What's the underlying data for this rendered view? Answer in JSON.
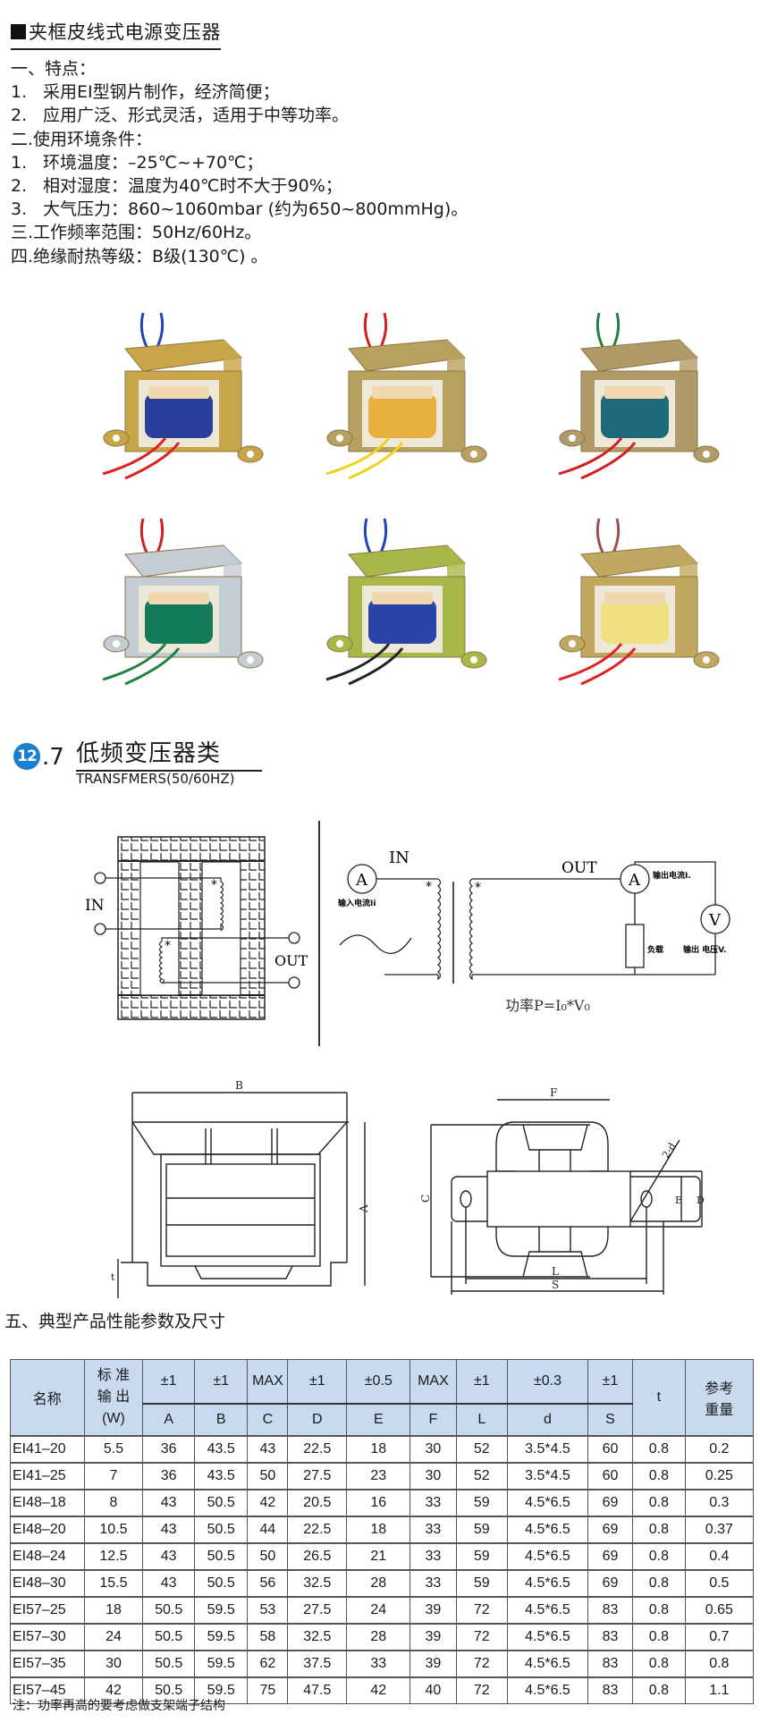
{
  "header": {
    "title": "夹框皮线式电源变压器"
  },
  "specs": {
    "features_heading": "一、特点：",
    "features": [
      {
        "num": "1.",
        "text": "采用EI型钢片制作，经济简便；"
      },
      {
        "num": "2.",
        "text": "应用广泛、形式灵活，适用于中等功率。"
      }
    ],
    "env_heading": "二.使用环境条件：",
    "env": [
      {
        "num": "1.",
        "text": "环境温度：–25℃~+70℃；"
      },
      {
        "num": "2.",
        "text": "相对湿度：温度为40℃时不大于90%；"
      },
      {
        "num": "3.",
        "text": "大气压力：860~1060mbar (约为650~800mmHg)。"
      }
    ],
    "freq": "三.工作频率范围：50Hz/60Hz。",
    "insulation": "四.绝缘耐热等级：B级(130℃) 。"
  },
  "photos": [
    {
      "name": "transformer-photo-1",
      "frame": "#c9a54a",
      "coil": "#2a3f9c",
      "wire_top": "#2244bb",
      "wire_bottom": "#e02020"
    },
    {
      "name": "transformer-photo-2",
      "frame": "#b8a060",
      "coil": "#e8b040",
      "wire_top": "#d02020",
      "wire_bottom": "#f0d020"
    },
    {
      "name": "transformer-photo-3",
      "frame": "#b09a6a",
      "coil": "#1f6a7a",
      "wire_top": "#208040",
      "wire_bottom": "#d02020"
    },
    {
      "name": "transformer-photo-4",
      "frame": "#c4ccd4",
      "coil": "#137a5a",
      "wire_top": "#d02020",
      "wire_bottom": "#208040"
    },
    {
      "name": "transformer-photo-5",
      "frame": "#a8b848",
      "coil": "#2a44a8",
      "wire_top": "#2244bb",
      "wire_bottom": "#222222"
    },
    {
      "name": "transformer-photo-6",
      "frame": "#c0a860",
      "coil": "#eee080",
      "wire_top": "#a05050",
      "wire_bottom": "#e02020"
    }
  ],
  "section": {
    "badge": "12",
    "badge_suffix": ".7",
    "badge_color": "#1b7fd0",
    "title": "低频变压器类",
    "subtitle": "TRANSFMERS(50/60HZ)"
  },
  "core_diagram": {
    "in_label": "IN",
    "out_label": "OUT"
  },
  "circuit_diagram": {
    "in_label": "IN",
    "out_label": "OUT",
    "ammeter_symbol": "A",
    "voltmeter_symbol": "V",
    "input_current_label": "输入电流Ii",
    "output_current_label": "输出电流I.",
    "load_label": "负载",
    "output_voltage_label": "输出 电压V.",
    "formula": "功率P=I₀*V₀",
    "dot_marker": "*"
  },
  "dimension_drawing": {
    "labels": {
      "A": "A",
      "B": "B",
      "C": "C",
      "D": "D",
      "E": "E",
      "F": "F",
      "L": "L",
      "S": "S",
      "t": "t",
      "d": "2-d"
    }
  },
  "table": {
    "title": "五、典型产品性能参数及尺寸",
    "head_name": "名称",
    "head_output_line1": "标  准",
    "head_output_line2": "输  出",
    "head_output_line3": "(W)",
    "head_t": "t",
    "head_weight_line1": "参考",
    "head_weight_line2": "重量",
    "tolerances": [
      "±1",
      "±1",
      "MAX",
      "±1",
      "±0.5",
      "MAX",
      "±1",
      "±0.3",
      "±1"
    ],
    "dims": [
      "A",
      "B",
      "C",
      "D",
      "E",
      "F",
      "L",
      "d",
      "S"
    ],
    "rows": [
      [
        "EI41–20",
        "5.5",
        "36",
        "43.5",
        "43",
        "22.5",
        "18",
        "30",
        "52",
        "3.5*4.5",
        "60",
        "0.8",
        "0.2"
      ],
      [
        "EI41–25",
        "7",
        "36",
        "43.5",
        "50",
        "27.5",
        "23",
        "30",
        "52",
        "3.5*4.5",
        "60",
        "0.8",
        "0.25"
      ],
      [
        "EI48–18",
        "8",
        "43",
        "50.5",
        "42",
        "20.5",
        "16",
        "33",
        "59",
        "4.5*6.5",
        "69",
        "0.8",
        "0.3"
      ],
      [
        "EI48–20",
        "10.5",
        "43",
        "50.5",
        "44",
        "22.5",
        "18",
        "33",
        "59",
        "4.5*6.5",
        "69",
        "0.8",
        "0.37"
      ],
      [
        "EI48–24",
        "12.5",
        "43",
        "50.5",
        "50",
        "26.5",
        "21",
        "33",
        "59",
        "4.5*6.5",
        "69",
        "0.8",
        "0.4"
      ],
      [
        "EI48–30",
        "15.5",
        "43",
        "50.5",
        "56",
        "32.5",
        "28",
        "33",
        "59",
        "4.5*6.5",
        "69",
        "0.8",
        "0.5"
      ],
      [
        "EI57–25",
        "18",
        "50.5",
        "59.5",
        "53",
        "27.5",
        "24",
        "39",
        "72",
        "4.5*6.5",
        "83",
        "0.8",
        "0.65"
      ],
      [
        "EI57–30",
        "24",
        "50.5",
        "59.5",
        "58",
        "32.5",
        "28",
        "39",
        "72",
        "4.5*6.5",
        "83",
        "0.8",
        "0.7"
      ],
      [
        "EI57–35",
        "30",
        "50.5",
        "59.5",
        "62",
        "37.5",
        "33",
        "39",
        "72",
        "4.5*6.5",
        "83",
        "0.8",
        "0.8"
      ],
      [
        "EI57–45",
        "42",
        "50.5",
        "59.5",
        "75",
        "47.5",
        "42",
        "40",
        "72",
        "4.5*6.5",
        "83",
        "0.8",
        "1.1"
      ]
    ],
    "note": "注：功率再高的要考虑做支架端子结构"
  }
}
